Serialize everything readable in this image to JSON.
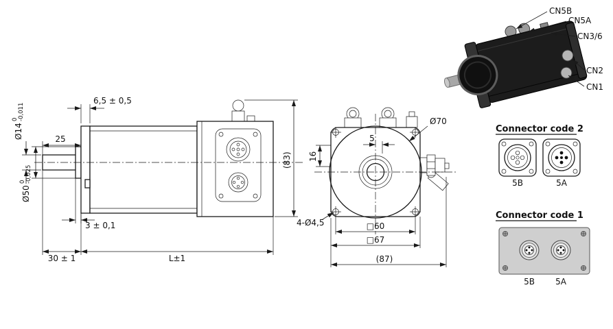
{
  "side_view": {
    "dim_flange_thickness": "6,5 ± 0,5",
    "dim_shaft_length": "25",
    "dim_shaft_dia": "Ø14",
    "dim_shaft_tol_upper": "0",
    "dim_shaft_tol_lower": "-0,011",
    "dim_pilot_dia": "Ø50",
    "dim_pilot_tol_upper": "0",
    "dim_pilot_tol_lower": "-0,025",
    "dim_pilot_depth": "3 ± 0,1",
    "dim_shaft_to_flange": "30 ± 1",
    "dim_total_length": "L±1",
    "dim_height": "(83)"
  },
  "front_view": {
    "dim_offset_top": "5",
    "dim_offset_side": "16",
    "dim_outer_dia": "Ø70",
    "dim_mounting_holes": "4-Ø4,5",
    "dim_square_inner": "□60",
    "dim_square_outer": "□67",
    "dim_overall_width": "(87)"
  },
  "photo": {
    "callout_cn5b": "CN5B",
    "callout_cn5a": "CN5A",
    "callout_cn36": "CN3/6",
    "callout_cn2": "CN2",
    "callout_cn1": "CN1"
  },
  "connector_code_2": {
    "title": "Connector code 2",
    "label_left": "5B",
    "label_right": "5A"
  },
  "connector_code_1": {
    "title": "Connector code 1",
    "label_left": "5B",
    "label_right": "5A"
  }
}
